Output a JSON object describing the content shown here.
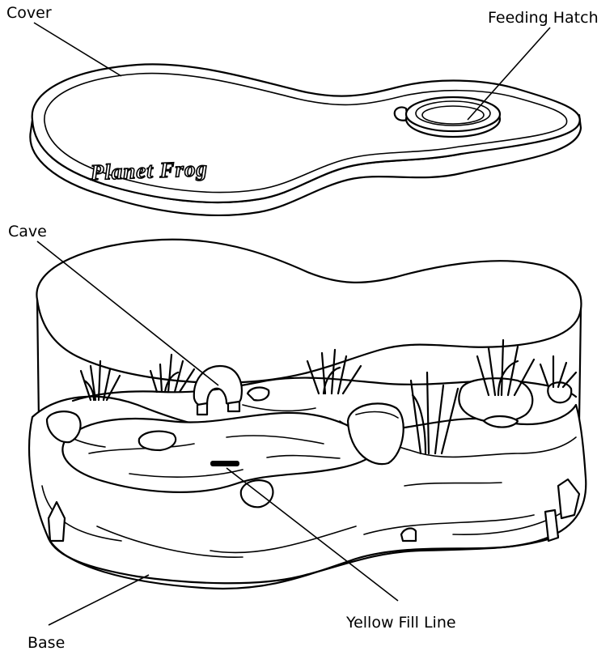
{
  "labels": {
    "cover": "Cover",
    "feeding_hatch": "Feeding Hatch",
    "cave": "Cave",
    "yellow_fill_line": "Yellow Fill Line",
    "base": "Base"
  },
  "lid_logo_text": "Planet Frog",
  "colors": {
    "line": "#000000",
    "background": "#ffffff"
  }
}
